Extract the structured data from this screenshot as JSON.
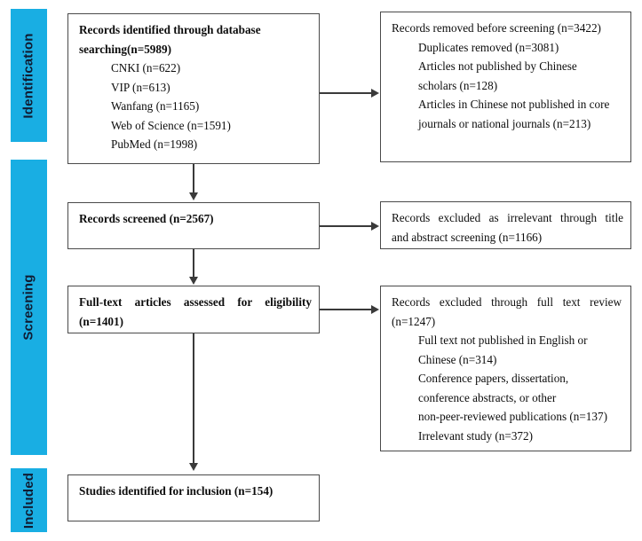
{
  "diagram": {
    "title": "PRISMA study selection flow diagram",
    "accent_color": "#19AEE3",
    "line_color": "#3a3a3a",
    "box_border_color": "#4a4a4a"
  },
  "stages": [
    {
      "id": "identification",
      "label": "Identification"
    },
    {
      "id": "screening",
      "label": "Screening"
    },
    {
      "id": "included",
      "label": "Included"
    }
  ],
  "boxes": {
    "identified": {
      "title_line1": "Records identified through database",
      "title_line2": "searching(n=5989)",
      "sources": [
        "CNKI (n=622)",
        "VIP (n=613)",
        "Wanfang (n=1165)",
        "Web of Science (n=1591)",
        "PubMed (n=1998)"
      ]
    },
    "removed": {
      "heading": "Records removed before screening (n=3422)",
      "items_line1": "Duplicates removed (n=3081)",
      "items_line2": "Articles not published by Chinese",
      "items_line3": "scholars (n=128)",
      "items_line4": "Articles in Chinese not published in core",
      "items_line5": "journals or national journals (n=213)"
    },
    "screened": {
      "title": "Records screened (n=2567)"
    },
    "excluded_title_abstract": {
      "line1": "Records excluded as irrelevant through title",
      "line2": "and abstract screening (n=1166)"
    },
    "fulltext": {
      "title_line1": "Full-text articles assessed for eligibility",
      "title_line2": "(n=1401)"
    },
    "excluded_fulltext": {
      "heading_line1": "Records excluded through full text review",
      "heading_line2": "(n=1247)",
      "reason1_line1": "Full text not published in English or",
      "reason1_line2": "Chinese (n=314)",
      "reason2_line1": "Conference papers, dissertation,",
      "reason2_line2": "conference abstracts, or other",
      "reason2_line3": "non-peer-reviewed publications (n=137)",
      "reason3": "Irrelevant study (n=372)"
    },
    "included": {
      "title": "Studies identified for inclusion (n=154)"
    }
  },
  "counts": {
    "identified_total": 5989,
    "cnki": 622,
    "vip": 613,
    "wanfang": 1165,
    "web_of_science": 1591,
    "pubmed": 1998,
    "removed_before_screening": 3422,
    "duplicates_removed": 3081,
    "not_chinese_scholars": 128,
    "not_core_journals": 213,
    "screened": 2567,
    "excluded_title_abstract": 1166,
    "fulltext_assessed": 1401,
    "excluded_fulltext": 1247,
    "not_english_or_chinese": 314,
    "non_peer_reviewed": 137,
    "irrelevant_study": 372,
    "included_studies": 154
  }
}
